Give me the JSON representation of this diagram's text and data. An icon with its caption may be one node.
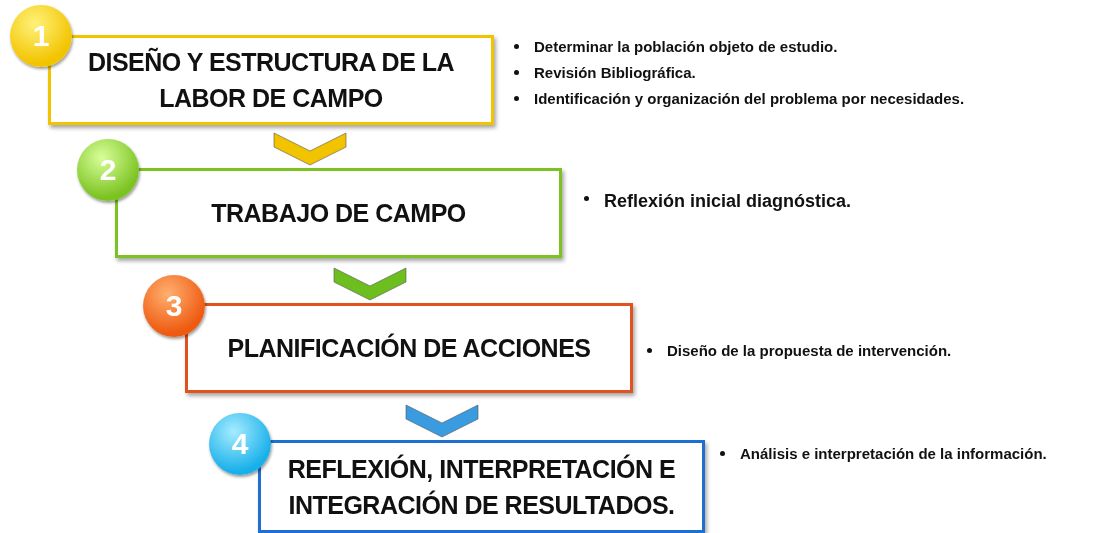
{
  "diagram": {
    "nodes": [
      {
        "text": [
          "1"
        ]
      },
      {
        "text": [
          "DISEÑO Y ESTRUCTURA DE LA LABOR DE CAMPO"
        ],
        "beside": [
          "Determinar la población objeto de estudio.",
          "Revisión Bibliográfica.",
          "Identificación y organización del problema por necesidades."
        ]
      },
      {
        "text": [
          "2"
        ]
      },
      {
        "text": [
          "TRABAJO DE CAMPO"
        ],
        "beside": [
          "Reflexión inicial diagnóstica."
        ]
      },
      {
        "text": [
          "3"
        ]
      },
      {
        "text": [
          "PLANIFICACIÓN DE ACCIONES"
        ],
        "beside": [
          "Diseño de la propuesta de intervención."
        ]
      },
      {
        "text": [
          "4"
        ]
      },
      {
        "text": [
          "REFLEXIÓN, INTERPRETACIÓN E INTEGRACIÓN DE RESULTADOS."
        ],
        "beside": [
          "Análisis e interpretación de la información."
        ]
      }
    ],
    "edges": [
      {
        "from": 1,
        "to": 3,
        "arrow": "to",
        "color": "#f2c400"
      },
      {
        "from": 3,
        "to": 5,
        "arrow": "to",
        "color": "#6cbf1e"
      },
      {
        "from": 5,
        "to": 7,
        "arrow": "to",
        "color": "#3a9be0"
      }
    ]
  }
}
